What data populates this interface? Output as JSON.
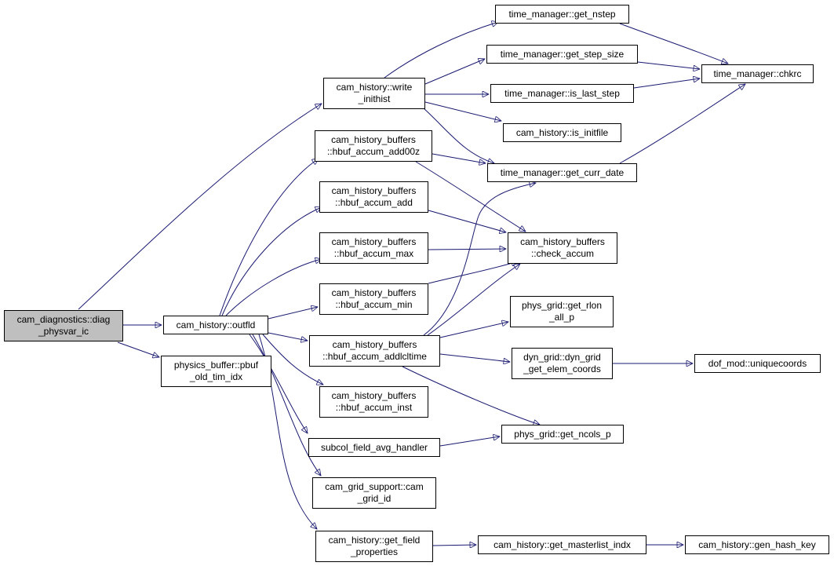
{
  "graph": {
    "edge_color": "#191970",
    "root_fill": "#bfbfbf",
    "nodes": {
      "diag_physvar_ic": "cam_diagnostics::diag\n_physvar_ic",
      "outfld": "cam_history::outfld",
      "pbuf_old_tim_idx": "physics_buffer::pbuf\n_old_tim_idx",
      "write_inithist": "cam_history::write\n_inithist",
      "hbuf_accum_add00z": "cam_history_buffers\n::hbuf_accum_add00z",
      "hbuf_accum_add": "cam_history_buffers\n::hbuf_accum_add",
      "hbuf_accum_max": "cam_history_buffers\n::hbuf_accum_max",
      "hbuf_accum_min": "cam_history_buffers\n::hbuf_accum_min",
      "hbuf_accum_addlcltime": "cam_history_buffers\n::hbuf_accum_addlcltime",
      "hbuf_accum_inst": "cam_history_buffers\n::hbuf_accum_inst",
      "subcol_field_avg_handler": "subcol_field_avg_handler",
      "cam_grid_id": "cam_grid_support::cam\n_grid_id",
      "get_field_properties": "cam_history::get_field\n_properties",
      "get_nstep": "time_manager::get_nstep",
      "get_step_size": "time_manager::get_step_size",
      "is_last_step": "time_manager::is_last_step",
      "is_initfile": "cam_history::is_initfile",
      "get_curr_date": "time_manager::get_curr_date",
      "check_accum": "cam_history_buffers\n::check_accum",
      "get_rlon_all_p": "phys_grid::get_rlon\n_all_p",
      "dyn_grid_get_elem_coords": "dyn_grid::dyn_grid\n_get_elem_coords",
      "get_ncols_p": "phys_grid::get_ncols_p",
      "get_masterlist_indx": "cam_history::get_masterlist_indx",
      "chkrc": "time_manager::chkrc",
      "uniquecoords": "dof_mod::uniquecoords",
      "gen_hash_key": "cam_history::gen_hash_key"
    }
  }
}
